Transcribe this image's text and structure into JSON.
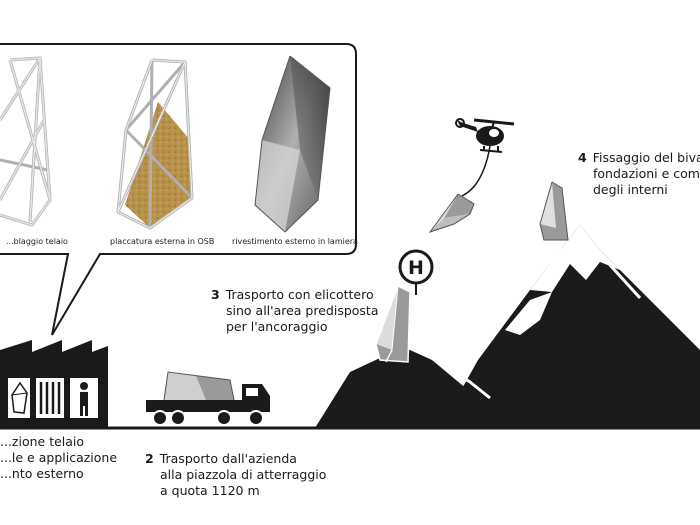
{
  "panel_captions": {
    "assembly": "...blaggio telaio",
    "osb": "placcatura esterna in OSB",
    "cladding": "rivestimento esterno in lamiera"
  },
  "steps": [
    {
      "number": "",
      "lines": [
        "...zione telaio",
        "...le e applicazione",
        "...nto esterno"
      ]
    },
    {
      "number": "2",
      "lines": [
        "Trasporto dall'azienda",
        "alla piazzola di atterraggio",
        "a quota 1120 m"
      ]
    },
    {
      "number": "3",
      "lines": [
        "Trasporto con elicottero",
        "sino all'area predisposta",
        "per l'ancoraggio"
      ]
    },
    {
      "number": "4",
      "lines": [
        "Fissaggio del biva...",
        "fondazioni e comp...",
        "degli interni"
      ]
    }
  ],
  "helipad_letter": "H",
  "icons": [
    "factory-icon",
    "truck-icon",
    "helicopter-icon",
    "helipad-icon",
    "mountain-icon",
    "bivouac-module-icon"
  ],
  "colors": {
    "ink": "#1a1a1a",
    "osb": "#b8924a",
    "steel": "#9a9a9a",
    "snow": "#ffffff"
  }
}
